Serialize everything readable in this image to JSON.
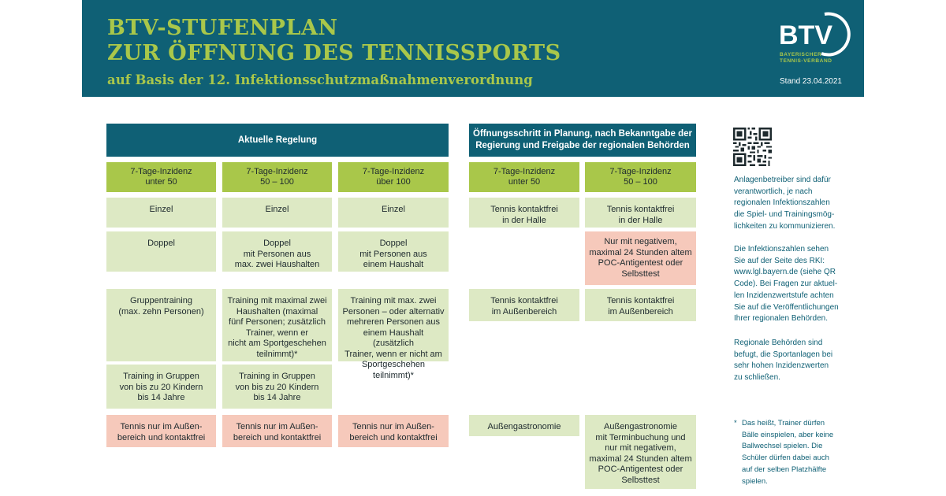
{
  "header": {
    "title_line1": "BTV-STUFENPLAN",
    "title_line2": "ZUR ÖFFNUNG DES TENNISSPORTS",
    "subtitle": "auf Basis der 12. Infektionsschutzmaßnahmenverordnung",
    "logo_text": "BTV",
    "logo_sub_line1": "BAYERISCHER",
    "logo_sub_line2": "TENNIS-VERBAND",
    "stand": "Stand 23.04.2021"
  },
  "current": {
    "heading": "Aktuelle Regelung",
    "incidence": [
      {
        "l1": "7-Tage-Inzidenz",
        "l2": "unter 50"
      },
      {
        "l1": "7-Tage-Inzidenz",
        "l2": "50 – 100"
      },
      {
        "l1": "7-Tage-Inzidenz",
        "l2": "über 100"
      }
    ],
    "row_einzel": [
      "Einzel",
      "Einzel",
      "Einzel"
    ],
    "row_doppel": [
      {
        "l1": "Doppel"
      },
      {
        "l1": "Doppel",
        "l2": "mit Personen aus",
        "l3": "max. zwei Haushalten"
      },
      {
        "l1": "Doppel",
        "l2": "mit Personen aus",
        "l3": "einem Haushalt"
      }
    ],
    "row_training": [
      {
        "l1": "Gruppentraining",
        "l2": "(max. zehn Personen)"
      },
      {
        "l1": "Training mit maximal zwei",
        "l2": "Haushalten (maximal",
        "l3": "fünf Personen; zusätzlich",
        "l4": "Trainer, wenn er",
        "l5": "nicht am Sportgeschehen",
        "l6": "teilnimmt)*"
      },
      {
        "l1": "Training mit max. zwei",
        "l2": "Personen – oder alternativ",
        "l3": "mehreren Personen aus",
        "l4": "einem Haushalt (zusätzlich",
        "l5": "Trainer, wenn er nicht am",
        "l6": "Sportgeschehen teilnimmt)*"
      }
    ],
    "row_kids": [
      {
        "l1": "Training in Gruppen",
        "l2": "von bis zu 20 Kindern",
        "l3": "bis 14 Jahre"
      },
      {
        "l1": "Training in Gruppen",
        "l2": "von bis zu 20 Kindern",
        "l3": "bis 14 Jahre"
      }
    ],
    "row_outdoor": [
      {
        "l1": "Tennis nur im Außen-",
        "l2": "bereich und kontaktfrei"
      },
      {
        "l1": "Tennis nur im Außen-",
        "l2": "bereich und kontaktfrei"
      },
      {
        "l1": "Tennis nur im Außen-",
        "l2": "bereich und kontaktfrei"
      }
    ]
  },
  "planned": {
    "heading_line1": "Öffnungsschritt in Planung, nach Bekanntgabe der",
    "heading_line2": "Regierung und Freigabe der regionalen Behörden",
    "incidence": [
      {
        "l1": "7-Tage-Inzidenz",
        "l2": "unter 50"
      },
      {
        "l1": "7-Tage-Inzidenz",
        "l2": "50 – 100"
      }
    ],
    "row_halle": [
      {
        "l1": "Tennis kontaktfrei",
        "l2": "in der Halle"
      },
      {
        "l1": "Tennis kontaktfrei",
        "l2": "in der Halle"
      }
    ],
    "row_test": {
      "l1": "Nur mit negativem,",
      "l2": "maximal 24 Stunden altem",
      "l3": "POC-Antigentest oder",
      "l4": "Selbsttest"
    },
    "row_outdoor": [
      {
        "l1": "Tennis kontaktfrei",
        "l2": "im Außenbereich"
      },
      {
        "l1": "Tennis kontaktfrei",
        "l2": "im Außenbereich"
      }
    ],
    "row_gastro": [
      {
        "l1": "Außengastronomie"
      },
      {
        "l1": "Außengastronomie",
        "l2": "mit Terminbuchung und",
        "l3": "nur mit negativem,",
        "l4": "maximal 24 Stunden altem",
        "l5": "POC-Antigentest oder",
        "l6": "Selbsttest"
      }
    ]
  },
  "sidebar": {
    "p1": [
      "Anlagenbetreiber sind dafür",
      "verantwortlich, je nach",
      "regionalen Infektionszahlen",
      "die Spiel- und Trainingsmög-",
      "lichkeiten zu kommunizieren."
    ],
    "p2": [
      "Die Infektionszahlen sehen",
      "Sie auf der Seite des RKI:",
      "www.lgl.bayern.de (siehe QR",
      "Code). Bei Fragen zur aktuel-",
      "len Inzidenzwertstufe achten",
      "Sie auf die Veröffentlichungen",
      "Ihrer regionalen Behörden."
    ],
    "p3": [
      "Regionale Behörden sind",
      "befugt, die Sportanlagen bei",
      "sehr hohen Inzidenzwerten",
      "zu schließen."
    ],
    "footnote_star": "*",
    "footnote": [
      "Das heißt, Trainer dürfen",
      "Bälle einspielen, aber keine",
      "Ballwechsel spielen. Die",
      "Schüler dürfen dabei auch",
      "auf der selben Platzhälfte",
      "spielen."
    ]
  },
  "colors": {
    "navy": "#0f6075",
    "lime": "#a9c74a",
    "pale_green": "#dde9c4",
    "pink": "#f6c9bb"
  }
}
